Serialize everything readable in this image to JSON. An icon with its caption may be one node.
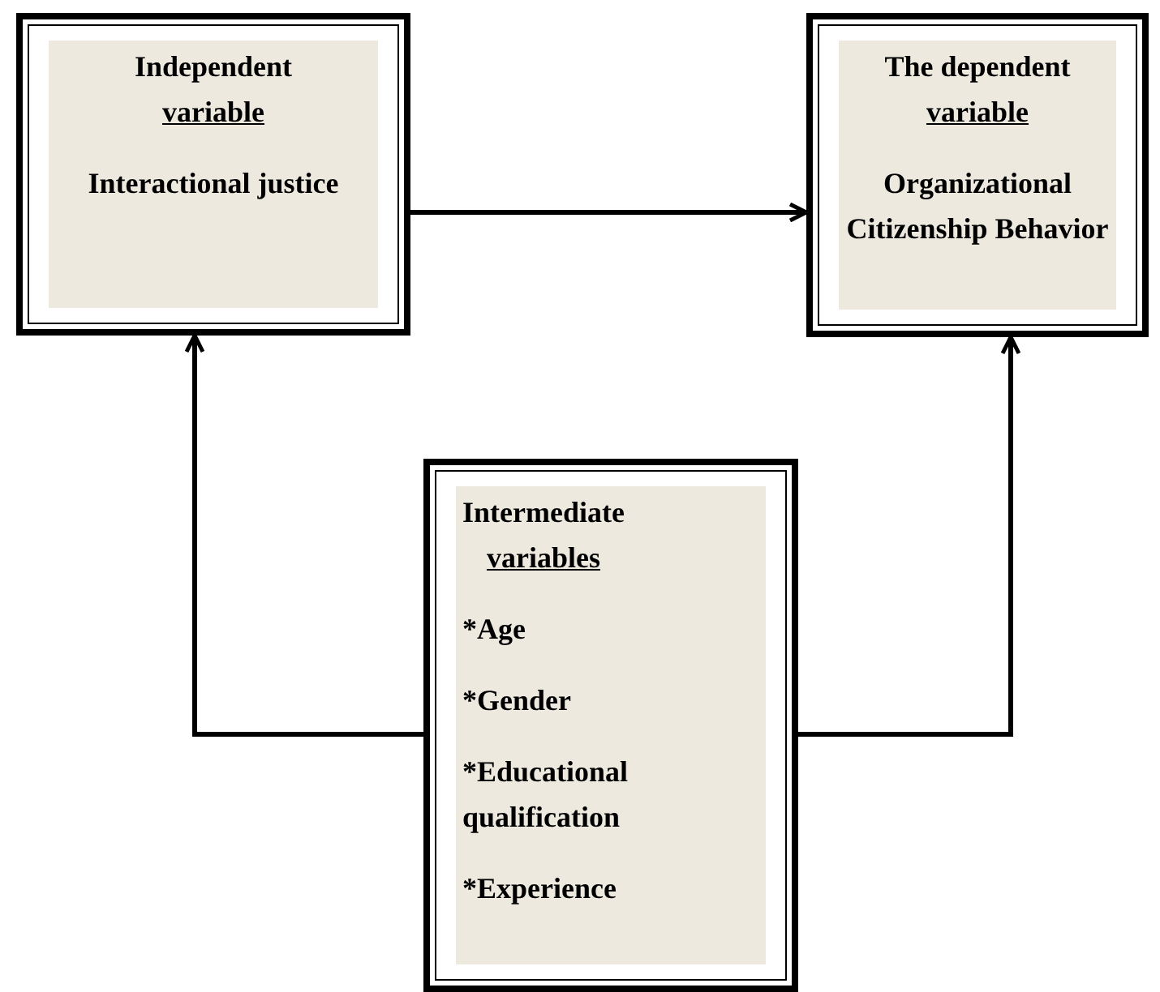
{
  "diagram": {
    "nodes": [
      {
        "text": [
          "Independent variable",
          "Interactional justice"
        ]
      },
      {
        "text": [
          "The dependent variable",
          "Organizational Citizenship Behavior"
        ]
      },
      {
        "text": [
          "Intermediate variables",
          "*Age",
          "*Gender",
          "*Educational qualification",
          "*Experience"
        ]
      }
    ],
    "edges": [
      {
        "from": 0,
        "to": 1,
        "arrow": "to"
      },
      {
        "from": 2,
        "to": 0,
        "arrow": "to"
      },
      {
        "from": 2,
        "to": 1,
        "arrow": "to"
      }
    ]
  }
}
